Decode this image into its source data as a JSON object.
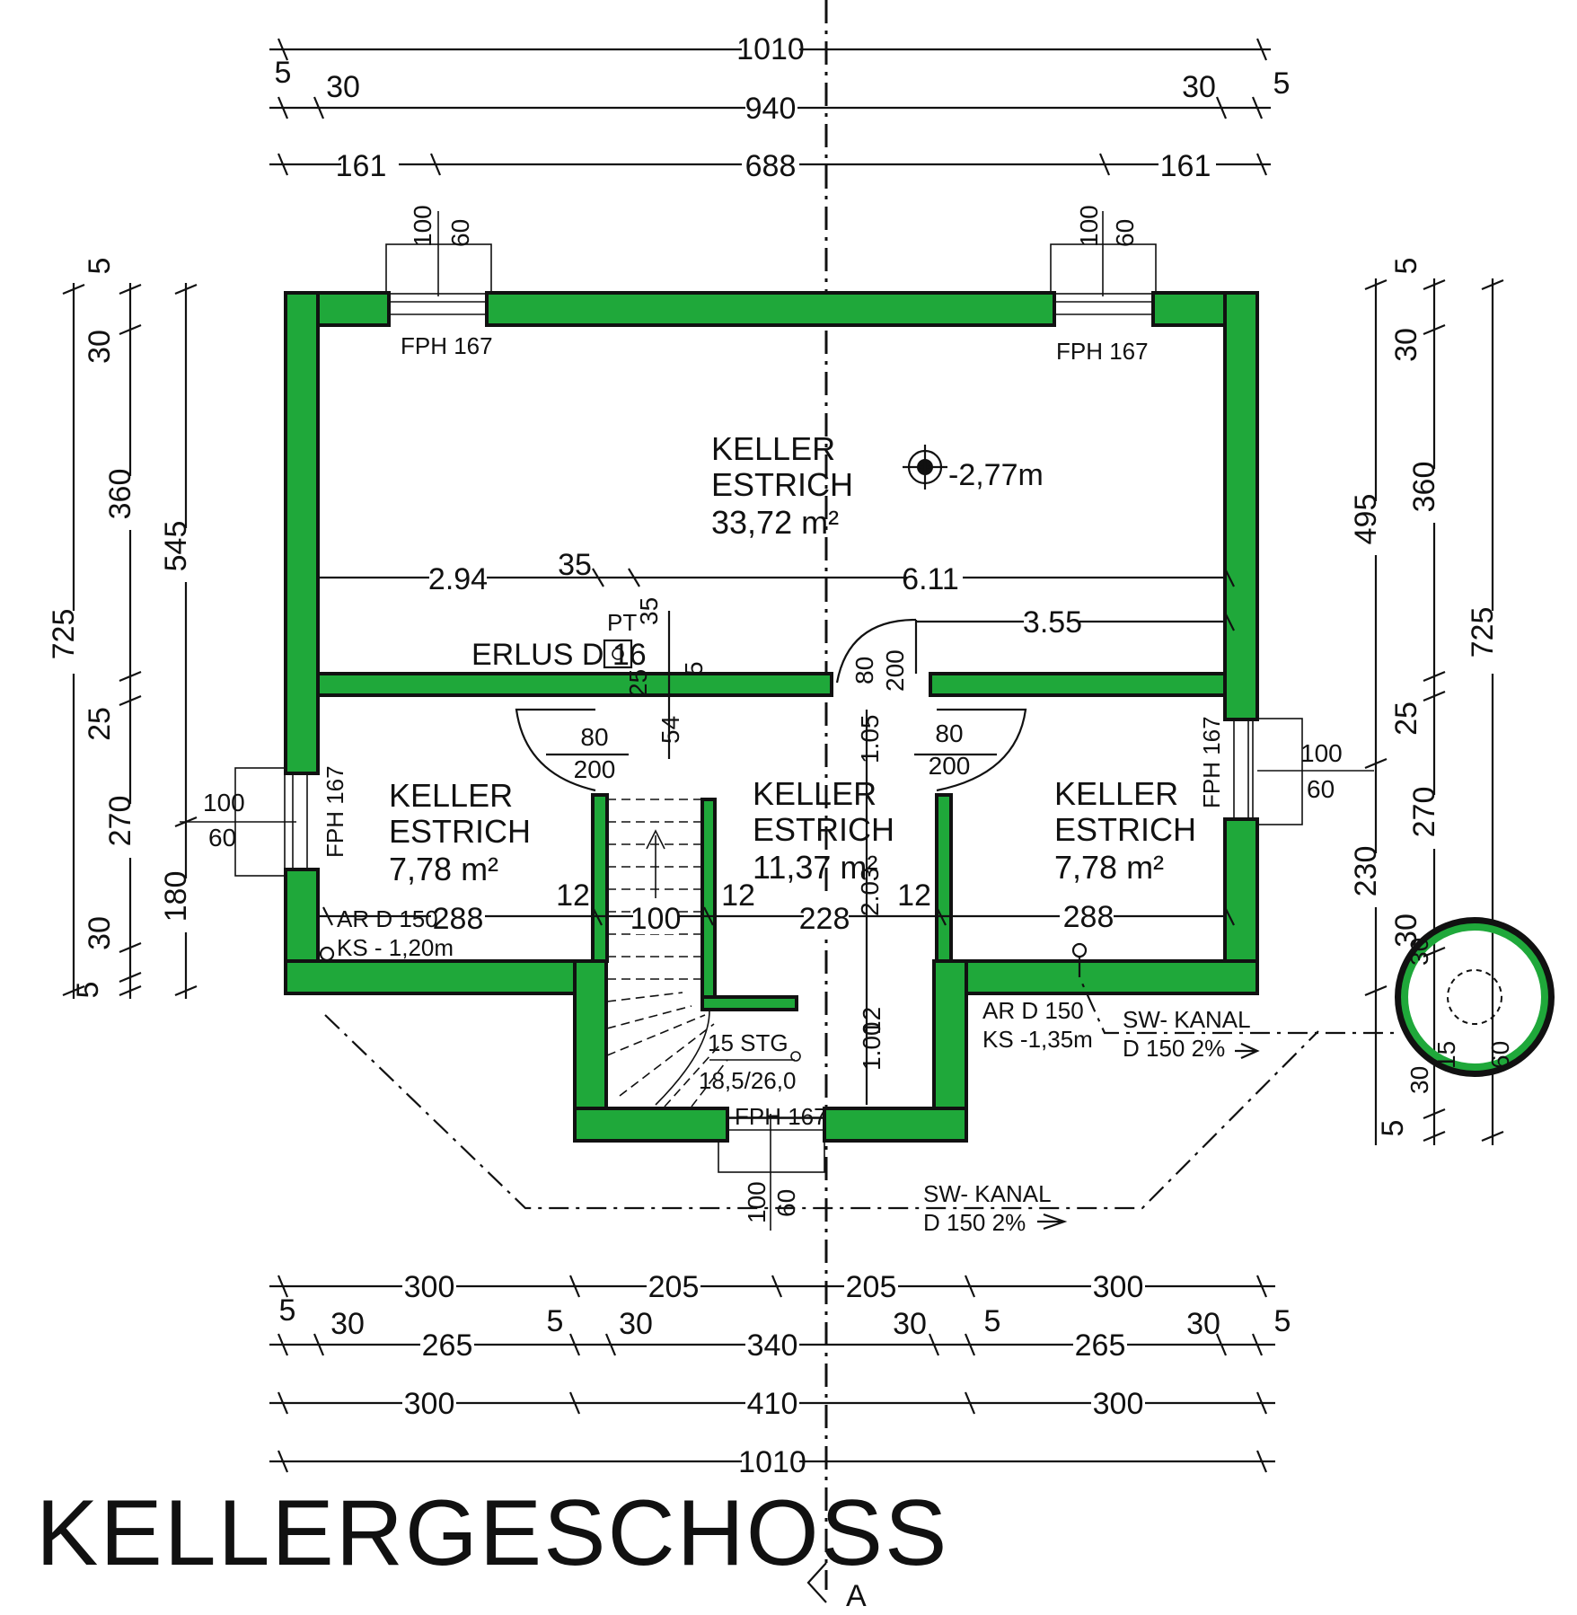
{
  "title": "KELLERGESCHOSS",
  "section_marker": "A",
  "top_dims": {
    "row1": [
      "1010"
    ],
    "row2": [
      "5",
      "30",
      "940",
      "30",
      "5"
    ],
    "row3": [
      "161",
      "688",
      "161"
    ]
  },
  "bottom_dims": {
    "row1": [
      "300",
      "205",
      "205",
      "300"
    ],
    "row2": [
      "5",
      "30",
      "265",
      "5",
      "30",
      "340",
      "30",
      "5",
      "265",
      "30",
      "5"
    ],
    "row3": [
      "300",
      "410",
      "300"
    ],
    "row4": [
      "1010"
    ]
  },
  "left_dims": {
    "outer": [
      "725"
    ],
    "mid": [
      "5",
      "30",
      "360",
      "25",
      "270",
      "30",
      "5"
    ],
    "inner": [
      "545",
      "180"
    ]
  },
  "right_dims": {
    "outer": [
      "725"
    ],
    "mid": [
      "5",
      "30",
      "360",
      "25",
      "270",
      "30",
      "5"
    ],
    "inner": [
      "495",
      "230"
    ]
  },
  "rooms": [
    {
      "name": "KELLER",
      "floor": "ESTRICH",
      "area": "33,72 m²"
    },
    {
      "name": "KELLER",
      "floor": "ESTRICH",
      "area": "7,78 m²"
    },
    {
      "name": "KELLER",
      "floor": "ESTRICH",
      "area": "11,37 m²"
    },
    {
      "name": "KELLER",
      "floor": "ESTRICH",
      "area": "7,78 m²"
    }
  ],
  "windows": {
    "label": "FPH 167",
    "size_w": "100",
    "size_h": "60"
  },
  "doors": {
    "width": "80",
    "height": "200"
  },
  "annotations": {
    "level": "-2,77m",
    "chimney": "ERLUS D 16",
    "chimney_tag": "PT",
    "drain_left": "AR D 150",
    "drain_left_ks": "KS - 1,20m",
    "drain_right": "AR D 150",
    "drain_right_ks": "KS -1,35m",
    "sewer_label": "SW- KANAL",
    "sewer_spec": "D 150 2%",
    "stairs": "15 STG",
    "stairs_spec": "18,5/26,0"
  },
  "interior_dims": {
    "d294": "2.94",
    "d35a": "35",
    "d611": "6.11",
    "d355": "3.55",
    "d35b": "35",
    "d25": "25",
    "d5": "5",
    "d54": "54",
    "d105": "1.05",
    "d203": "2.03",
    "d100b": "1.00",
    "d12": "12",
    "d288a": "288",
    "d100": "100",
    "d228": "228",
    "d288b": "288",
    "w12": "12"
  },
  "shaft_dims": [
    "30",
    "15",
    "60",
    "30",
    "5"
  ]
}
